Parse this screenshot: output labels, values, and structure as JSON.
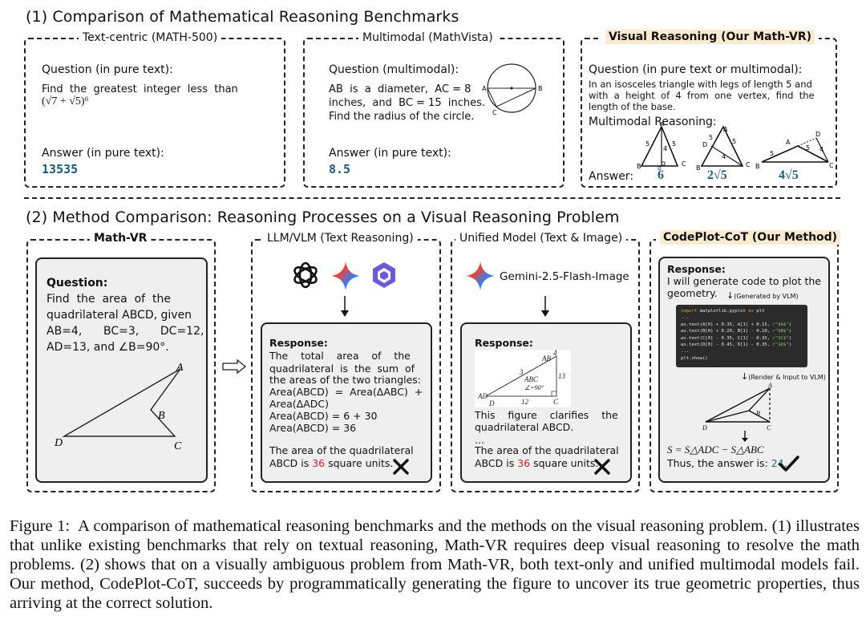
{
  "section1": {
    "title": "(1) Comparison of Mathematical Reasoning Benchmarks",
    "text_centric": {
      "label": "Text-centric (MATH-500)",
      "question_label": "Question (in pure text):",
      "question": "Find  the  greatest  integer  less  than",
      "question_expr": "(√7 + √5)⁶",
      "answer_label": "Answer (in pure text):",
      "answer": "13535"
    },
    "multimodal": {
      "label": "Multimodal (MathVista)",
      "question_label": "Question (multimodal):",
      "q_line1": "AB  is  a  diameter,  AC = 8",
      "q_line2": "inches,  and  BC = 15  inches.",
      "q_line3": "Find the radius of the circle.",
      "fig_a": "A",
      "fig_b": "B",
      "fig_c": "C",
      "answer_label": "Answer (in pure text):",
      "answer": "8.5"
    },
    "visual": {
      "label": "Visual Reasoning (Our Math-VR)",
      "question_label": "Question (in pure text or multimodal):",
      "q_line1": "In an isosceles triangle with legs of length 5 and",
      "q_line2": "with  a  height  of  4  from  one  vertex,  find  the",
      "q_line3": "length of the base.",
      "mm_label": "Multimodal Reasoning:",
      "answer_label": "Answer:",
      "answers": [
        "6",
        "2√5",
        "4√5"
      ],
      "tri1": {
        "a": "A",
        "b": "B",
        "c": "C",
        "d": "D",
        "l1": "5",
        "l2": "5",
        "h": "4"
      },
      "tri2": {
        "a": "A",
        "b": "B",
        "c": "C",
        "d": "D",
        "l1": "5",
        "l2": "5",
        "h": "4"
      },
      "tri3": {
        "a": "A",
        "b": "B",
        "c": "C",
        "d": "D",
        "l1": "5",
        "l2": "5",
        "h": "4"
      }
    }
  },
  "section2": {
    "title": "(2) Method Comparison: Reasoning Processes on a Visual Reasoning Problem",
    "mathvr": {
      "label": "Math-VR",
      "question_label": "Question:",
      "q_lines": [
        "Find  the  area  of  the",
        "quadrilateral ABCD, given",
        "AB=4,      BC=3,      DC=12,",
        "AD=13, and ∠B=90°."
      ],
      "fig": {
        "a": "A",
        "b": "B",
        "c": "C",
        "d": "D"
      }
    },
    "llm": {
      "label": "LLM/VLM (Text Reasoning)",
      "resp_label": "Response:",
      "lines": [
        "The    total    area    of    the",
        "quadrilateral  is  the  sum  of",
        "the areas of the two triangles:",
        "Area(ABCD)  =  Area(ΔABC)  +",
        "Area(ΔADC)",
        "Area(ABCD) = 6 + 30",
        "Area(ABCD) = 36"
      ],
      "final_pre": "The area of the quadrilateral",
      "final_a": "ABCD is ",
      "final_num": "36",
      "final_b": " square units."
    },
    "unified": {
      "label": "Unified Model (Text & Image)",
      "model_name": "Gemini-2.5-Flash-Image",
      "resp_label": "Response:",
      "fig": {
        "ab": "AB",
        "four": "4",
        "three": "3",
        "thirteen": "13",
        "abc": "ABC",
        "angle": "∠=90°",
        "ad": "AD",
        "d": "D",
        "twelve": "12",
        "c": "C"
      },
      "line1": "This    figure    clarifies    the",
      "line2": "quadrilateral ABCD.",
      "dots": "...",
      "final_pre": "The area of the quadrilateral",
      "final_a": "ABCD is ",
      "final_num": "36",
      "final_b": " square units."
    },
    "codeplot": {
      "label": "CodePlot-CoT (Our Method)",
      "resp_label": "Response:",
      "line1": "I will generate code to plot the",
      "line2": "geometry.",
      "gen_note": "(Generated by VLM)",
      "code": [
        {
          "kw": "import",
          "rest": " matplotlib.pyplot ",
          "kw2": "as",
          "rest2": " plt"
        },
        {
          "text": "..."
        },
        {
          "text": "ax.text(A[0] + 0.35, A[1] + 0.15, ",
          "s": "r\"$A$\"",
          "end": ")"
        },
        {
          "text": "ax.text(B[0] + 0.20, B[1] - 0.10, ",
          "s": "r\"$B$\"",
          "end": ")"
        },
        {
          "text": "ax.text(C[0] - 0.35, C[1] - 0.35, ",
          "s": "r\"$C$\"",
          "end": ")"
        },
        {
          "text": "ax.text(D[0] - 0.45, D[1] - 0.35, ",
          "s": "r\"$D$\"",
          "end": ")"
        },
        {
          "text": "..."
        },
        {
          "text": "plt.show()"
        }
      ],
      "render_note": "(Render & Input to VLM)",
      "fig": {
        "a": "A",
        "b": "B",
        "c": "C",
        "d": "D"
      },
      "formula": "S = S△ADC − S△ABC",
      "answer_pre": "Thus, the answer is: ",
      "answer_num": "24."
    }
  },
  "caption": {
    "label": "Figure 1:",
    "text": "A comparison of mathematical reasoning benchmarks and the methods on the visual reasoning problem. (1) illustrates that unlike existing benchmarks that rely on textual reasoning, Math-VR requires deep visual reasoning to resolve the math problems. (2) shows that on a visually ambiguous problem from Math-VR, both text-only and unified multimodal models fail. Our method, CodePlot-CoT, succeeds by programmatically generating the figure to uncover its true geometric properties, thus arriving at the correct solution."
  }
}
